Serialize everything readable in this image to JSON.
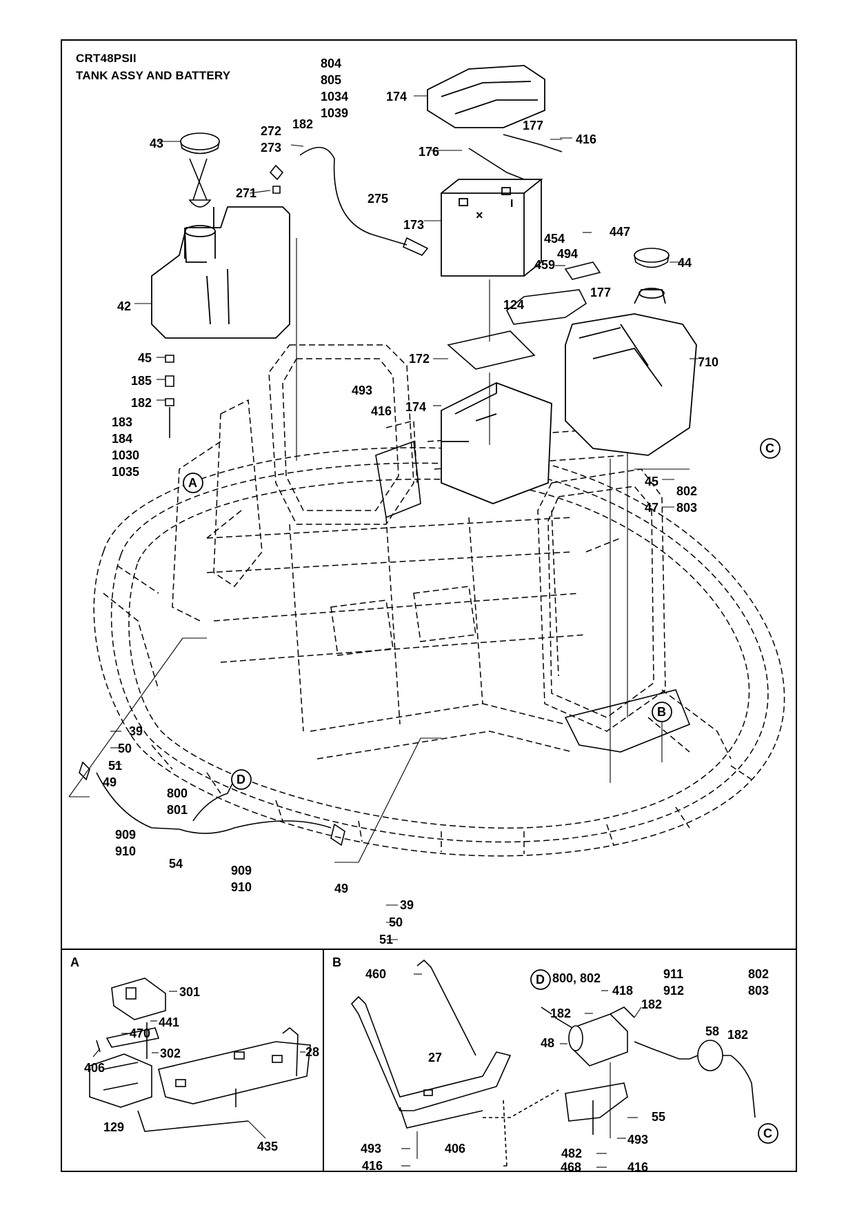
{
  "header": {
    "model": "CRT48PSII",
    "subtitle": "TANK ASSY AND BATTERY"
  },
  "callouts": {
    "A": "A",
    "B": "B",
    "C": "C",
    "D": "D"
  },
  "panels": {
    "a_label": "A",
    "b_label": "B"
  },
  "parts": [
    {
      "id": "p804",
      "text": "804\n805\n1034\n1039"
    },
    {
      "id": "p174a",
      "text": "174"
    },
    {
      "id": "p177a",
      "text": "177"
    },
    {
      "id": "p416a",
      "text": "416"
    },
    {
      "id": "p176",
      "text": "176"
    },
    {
      "id": "p43",
      "text": "43"
    },
    {
      "id": "p272",
      "text": "272\n273"
    },
    {
      "id": "p182a",
      "text": "182"
    },
    {
      "id": "p271",
      "text": "271"
    },
    {
      "id": "p275",
      "text": "275"
    },
    {
      "id": "p173",
      "text": "173"
    },
    {
      "id": "p454",
      "text": "454"
    },
    {
      "id": "p447",
      "text": "447"
    },
    {
      "id": "p494",
      "text": "494"
    },
    {
      "id": "p459",
      "text": "459"
    },
    {
      "id": "p44",
      "text": "44"
    },
    {
      "id": "p177b",
      "text": "177"
    },
    {
      "id": "p124",
      "text": "124"
    },
    {
      "id": "p42",
      "text": "42"
    },
    {
      "id": "p45a",
      "text": "45"
    },
    {
      "id": "p185",
      "text": "185"
    },
    {
      "id": "p182b",
      "text": "182"
    },
    {
      "id": "p183",
      "text": "183\n184\n1030\n1035"
    },
    {
      "id": "p172",
      "text": "172"
    },
    {
      "id": "p710",
      "text": "710"
    },
    {
      "id": "p493a",
      "text": "493"
    },
    {
      "id": "p416b",
      "text": "416"
    },
    {
      "id": "p174b",
      "text": "174"
    },
    {
      "id": "p45b",
      "text": "45"
    },
    {
      "id": "p802a",
      "text": "802\n803"
    },
    {
      "id": "p47",
      "text": "47"
    },
    {
      "id": "p39a",
      "text": "39"
    },
    {
      "id": "p50a",
      "text": "50"
    },
    {
      "id": "p51a",
      "text": "51"
    },
    {
      "id": "p49a",
      "text": "49"
    },
    {
      "id": "p800a",
      "text": "800\n801"
    },
    {
      "id": "p909a",
      "text": "909\n910"
    },
    {
      "id": "p54",
      "text": "54"
    },
    {
      "id": "p909b",
      "text": "909\n910"
    },
    {
      "id": "p49b",
      "text": "49"
    },
    {
      "id": "p39b",
      "text": "39"
    },
    {
      "id": "p50b",
      "text": "50"
    },
    {
      "id": "p51b",
      "text": "51"
    },
    {
      "id": "p301",
      "text": "301"
    },
    {
      "id": "p470",
      "text": "470"
    },
    {
      "id": "p441",
      "text": "441"
    },
    {
      "id": "p302",
      "text": "302"
    },
    {
      "id": "p406a",
      "text": "406"
    },
    {
      "id": "p28",
      "text": "28"
    },
    {
      "id": "p129",
      "text": "129"
    },
    {
      "id": "p435",
      "text": "435"
    },
    {
      "id": "p460",
      "text": "460"
    },
    {
      "id": "p27",
      "text": "27"
    },
    {
      "id": "p493b",
      "text": "493"
    },
    {
      "id": "p406b",
      "text": "406"
    },
    {
      "id": "p416c",
      "text": "416"
    },
    {
      "id": "p800b",
      "text": "800, 802"
    },
    {
      "id": "p418",
      "text": "418"
    },
    {
      "id": "p911",
      "text": "911\n912"
    },
    {
      "id": "p182c",
      "text": "182"
    },
    {
      "id": "p182d",
      "text": "182"
    },
    {
      "id": "p48",
      "text": "48"
    },
    {
      "id": "p58",
      "text": "58"
    },
    {
      "id": "p802b",
      "text": "802\n803"
    },
    {
      "id": "p182e",
      "text": "182"
    },
    {
      "id": "p55",
      "text": "55"
    },
    {
      "id": "p493c",
      "text": "493"
    },
    {
      "id": "p482",
      "text": "482"
    },
    {
      "id": "p468",
      "text": "468"
    },
    {
      "id": "p416d",
      "text": "416"
    }
  ]
}
